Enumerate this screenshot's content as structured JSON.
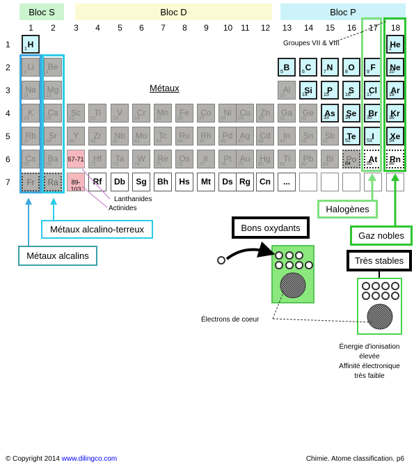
{
  "blocks": {
    "s": {
      "label": "Bloc S",
      "color": "#ccf5cf"
    },
    "d": {
      "label": "Bloc D",
      "color": "#fbfad3"
    },
    "p": {
      "label": "Bloc P",
      "color": "#ccf3fa"
    }
  },
  "group_numbers": [
    "1",
    "2",
    "3",
    "4",
    "5",
    "6",
    "7",
    "8",
    "9",
    "10",
    "11",
    "12",
    "13",
    "14",
    "15",
    "16",
    "17",
    "18"
  ],
  "period_numbers": [
    "1",
    "2",
    "3",
    "4",
    "5",
    "6",
    "7"
  ],
  "elements": [
    {
      "sym": "H",
      "num": "1",
      "g": 1,
      "p": 1,
      "type": "h"
    },
    {
      "sym": "He",
      "num": "2",
      "g": 18,
      "p": 1,
      "type": "nm"
    },
    {
      "sym": "Li",
      "num": "3",
      "g": 1,
      "p": 2,
      "type": "metal"
    },
    {
      "sym": "Be",
      "num": "4",
      "g": 2,
      "p": 2,
      "type": "metal"
    },
    {
      "sym": "B",
      "num": "5",
      "g": 13,
      "p": 2,
      "type": "nm"
    },
    {
      "sym": "C",
      "num": "6",
      "g": 14,
      "p": 2,
      "type": "nm"
    },
    {
      "sym": "N",
      "num": "7",
      "g": 15,
      "p": 2,
      "type": "nm"
    },
    {
      "sym": "O",
      "num": "8",
      "g": 16,
      "p": 2,
      "type": "nm"
    },
    {
      "sym": "F",
      "num": "9",
      "g": 17,
      "p": 2,
      "type": "nm"
    },
    {
      "sym": "Ne",
      "num": "10",
      "g": 18,
      "p": 2,
      "type": "nm"
    },
    {
      "sym": "Na",
      "num": "11",
      "g": 1,
      "p": 3,
      "type": "metal"
    },
    {
      "sym": "Mg",
      "num": "12",
      "g": 2,
      "p": 3,
      "type": "metal"
    },
    {
      "sym": "Al",
      "num": "13",
      "g": 13,
      "p": 3,
      "type": "metal"
    },
    {
      "sym": "Si",
      "num": "14",
      "g": 14,
      "p": 3,
      "type": "nm"
    },
    {
      "sym": "P",
      "num": "15",
      "g": 15,
      "p": 3,
      "type": "nm"
    },
    {
      "sym": "S",
      "num": "16",
      "g": 16,
      "p": 3,
      "type": "nm"
    },
    {
      "sym": "Cl",
      "num": "17",
      "g": 17,
      "p": 3,
      "type": "nm"
    },
    {
      "sym": "Ar",
      "num": "18",
      "g": 18,
      "p": 3,
      "type": "nm"
    },
    {
      "sym": "K",
      "num": "19",
      "g": 1,
      "p": 4,
      "type": "metal"
    },
    {
      "sym": "Ca",
      "num": "20",
      "g": 2,
      "p": 4,
      "type": "metal"
    },
    {
      "sym": "Sc",
      "num": "21",
      "g": 3,
      "p": 4,
      "type": "metal"
    },
    {
      "sym": "Ti",
      "num": "22",
      "g": 4,
      "p": 4,
      "type": "metal"
    },
    {
      "sym": "V",
      "num": "23",
      "g": 5,
      "p": 4,
      "type": "metal"
    },
    {
      "sym": "Cr",
      "num": "24",
      "g": 6,
      "p": 4,
      "type": "metal"
    },
    {
      "sym": "Mn",
      "num": "25",
      "g": 7,
      "p": 4,
      "type": "metal"
    },
    {
      "sym": "Fe",
      "num": "26",
      "g": 8,
      "p": 4,
      "type": "metal"
    },
    {
      "sym": "Co",
      "num": "27",
      "g": 9,
      "p": 4,
      "type": "metal"
    },
    {
      "sym": "Ni",
      "num": "28",
      "g": 10,
      "p": 4,
      "type": "metal"
    },
    {
      "sym": "Cu",
      "num": "29",
      "g": 11,
      "p": 4,
      "type": "metal"
    },
    {
      "sym": "Zn",
      "num": "30",
      "g": 12,
      "p": 4,
      "type": "metal"
    },
    {
      "sym": "Ga",
      "num": "31",
      "g": 13,
      "p": 4,
      "type": "metal"
    },
    {
      "sym": "Ge",
      "num": "32",
      "g": 14,
      "p": 4,
      "type": "metal"
    },
    {
      "sym": "As",
      "num": "33",
      "g": 15,
      "p": 4,
      "type": "nm"
    },
    {
      "sym": "Se",
      "num": "34",
      "g": 16,
      "p": 4,
      "type": "nm"
    },
    {
      "sym": "Br",
      "num": "35",
      "g": 17,
      "p": 4,
      "type": "nm"
    },
    {
      "sym": "Kr",
      "num": "36",
      "g": 18,
      "p": 4,
      "type": "nm"
    },
    {
      "sym": "Rb",
      "num": "37",
      "g": 1,
      "p": 5,
      "type": "metal"
    },
    {
      "sym": "Sr",
      "num": "38",
      "g": 2,
      "p": 5,
      "type": "metal"
    },
    {
      "sym": "Y",
      "num": "39",
      "g": 3,
      "p": 5,
      "type": "metal"
    },
    {
      "sym": "Zr",
      "num": "40",
      "g": 4,
      "p": 5,
      "type": "metal"
    },
    {
      "sym": "Nb",
      "num": "41",
      "g": 5,
      "p": 5,
      "type": "metal"
    },
    {
      "sym": "Mo",
      "num": "42",
      "g": 6,
      "p": 5,
      "type": "metal"
    },
    {
      "sym": "Tc",
      "num": "43",
      "g": 7,
      "p": 5,
      "type": "metal"
    },
    {
      "sym": "Ru",
      "num": "44",
      "g": 8,
      "p": 5,
      "type": "metal"
    },
    {
      "sym": "Rh",
      "num": "45",
      "g": 9,
      "p": 5,
      "type": "metal"
    },
    {
      "sym": "Pd",
      "num": "46",
      "g": 10,
      "p": 5,
      "type": "metal"
    },
    {
      "sym": "Ag",
      "num": "47",
      "g": 11,
      "p": 5,
      "type": "metal"
    },
    {
      "sym": "Cd",
      "num": "48",
      "g": 12,
      "p": 5,
      "type": "metal"
    },
    {
      "sym": "In",
      "num": "49",
      "g": 13,
      "p": 5,
      "type": "metal"
    },
    {
      "sym": "Sn",
      "num": "50",
      "g": 14,
      "p": 5,
      "type": "metal"
    },
    {
      "sym": "Sb",
      "num": "51",
      "g": 15,
      "p": 5,
      "type": "metal"
    },
    {
      "sym": "Te",
      "num": "52",
      "g": 16,
      "p": 5,
      "type": "nm"
    },
    {
      "sym": "I",
      "num": "53",
      "g": 17,
      "p": 5,
      "type": "nm"
    },
    {
      "sym": "Xe",
      "num": "54",
      "g": 18,
      "p": 5,
      "type": "nm"
    },
    {
      "sym": "Cs",
      "num": "55",
      "g": 1,
      "p": 6,
      "type": "metal"
    },
    {
      "sym": "Ba",
      "num": "56",
      "g": 2,
      "p": 6,
      "type": "metal"
    },
    {
      "sym": "57-71",
      "num": "",
      "g": 3,
      "p": 6,
      "type": "pink"
    },
    {
      "sym": "Hf",
      "num": "72",
      "g": 4,
      "p": 6,
      "type": "metal"
    },
    {
      "sym": "Ta",
      "num": "73",
      "g": 5,
      "p": 6,
      "type": "metal"
    },
    {
      "sym": "W",
      "num": "74",
      "g": 6,
      "p": 6,
      "type": "metal"
    },
    {
      "sym": "Re",
      "num": "75",
      "g": 7,
      "p": 6,
      "type": "metal"
    },
    {
      "sym": "Os",
      "num": "76",
      "g": 8,
      "p": 6,
      "type": "metal"
    },
    {
      "sym": "Ir",
      "num": "77",
      "g": 9,
      "p": 6,
      "type": "metal"
    },
    {
      "sym": "Pt",
      "num": "78",
      "g": 10,
      "p": 6,
      "type": "metal"
    },
    {
      "sym": "Au",
      "num": "79",
      "g": 11,
      "p": 6,
      "type": "metal"
    },
    {
      "sym": "Hg",
      "num": "80",
      "g": 12,
      "p": 6,
      "type": "metal"
    },
    {
      "sym": "Tl",
      "num": "81",
      "g": 13,
      "p": 6,
      "type": "metal"
    },
    {
      "sym": "Pb",
      "num": "82",
      "g": 14,
      "p": 6,
      "type": "metal"
    },
    {
      "sym": "Bi",
      "num": "83",
      "g": 15,
      "p": 6,
      "type": "metal"
    },
    {
      "sym": "Po",
      "num": "84",
      "g": 16,
      "p": 6,
      "type": "dashed"
    },
    {
      "sym": "At",
      "num": "85",
      "g": 17,
      "p": 6,
      "type": "dashed-nm"
    },
    {
      "sym": "Rn",
      "num": "86",
      "g": 18,
      "p": 6,
      "type": "dashed-nm"
    },
    {
      "sym": "Fr",
      "num": "",
      "g": 1,
      "p": 7,
      "type": "dashed"
    },
    {
      "sym": "Ra",
      "num": "",
      "g": 2,
      "p": 7,
      "type": "dashed"
    },
    {
      "sym": "89-103",
      "num": "",
      "g": 3,
      "p": 7,
      "type": "pink"
    },
    {
      "sym": "Rf",
      "num": "",
      "g": 4,
      "p": 7,
      "type": "bold"
    },
    {
      "sym": "Db",
      "num": "",
      "g": 5,
      "p": 7,
      "type": "bold"
    },
    {
      "sym": "Sg",
      "num": "",
      "g": 6,
      "p": 7,
      "type": "bold"
    },
    {
      "sym": "Bh",
      "num": "",
      "g": 7,
      "p": 7,
      "type": "bold"
    },
    {
      "sym": "Hs",
      "num": "",
      "g": 8,
      "p": 7,
      "type": "bold"
    },
    {
      "sym": "Mt",
      "num": "",
      "g": 9,
      "p": 7,
      "type": "bold"
    },
    {
      "sym": "Ds",
      "num": "",
      "g": 10,
      "p": 7,
      "type": "bold"
    },
    {
      "sym": "Rg",
      "num": "",
      "g": 11,
      "p": 7,
      "type": "bold"
    },
    {
      "sym": "Cn",
      "num": "",
      "g": 12,
      "p": 7,
      "type": "bold"
    },
    {
      "sym": "...",
      "num": "",
      "g": 13,
      "p": 7,
      "type": "bold"
    },
    {
      "sym": "",
      "num": "",
      "g": 14,
      "p": 7,
      "type": "empty"
    },
    {
      "sym": "",
      "num": "",
      "g": 15,
      "p": 7,
      "type": "empty"
    },
    {
      "sym": "",
      "num": "",
      "g": 16,
      "p": 7,
      "type": "empty"
    },
    {
      "sym": "",
      "num": "",
      "g": 17,
      "p": 7,
      "type": "empty"
    },
    {
      "sym": "",
      "num": "",
      "g": 18,
      "p": 7,
      "type": "empty"
    }
  ],
  "labels": {
    "metaux": "Métaux",
    "groupes": "Groupes VII & VIII",
    "lanthanides": "Lanthanides",
    "actinides": "Actinides",
    "halogenes": "Halogènes",
    "gaz_nobles": "Gaz nobles",
    "metaux_alcalino_terreux": "Métaux alcalino-terreux",
    "metaux_alcalins": "Métaux alcalins",
    "bons_oxydants": "Bons oxydants",
    "tres_stables": "Très stables",
    "electrons_coeur": "Électrons de coeur",
    "energie_line1": "Énergie d'ionisation",
    "energie_line2": "élevée",
    "affinite_line1": "Affinité électronique",
    "affinite_line2": "très faible"
  },
  "footer": {
    "copyright": "© Copyright 2014 ",
    "link": "www.dilingco.com",
    "right": "Chimie. Atome classification. p6"
  },
  "colors": {
    "alkali_outline": "#3ea8e0",
    "alkaline_earth_outline": "#2bcbe8",
    "green_outline": "#46d64a",
    "metal_fill": "#b1b0ac",
    "nonmetal_fill": "#cef6fb",
    "lanthanide_fill": "#f4b8be"
  }
}
